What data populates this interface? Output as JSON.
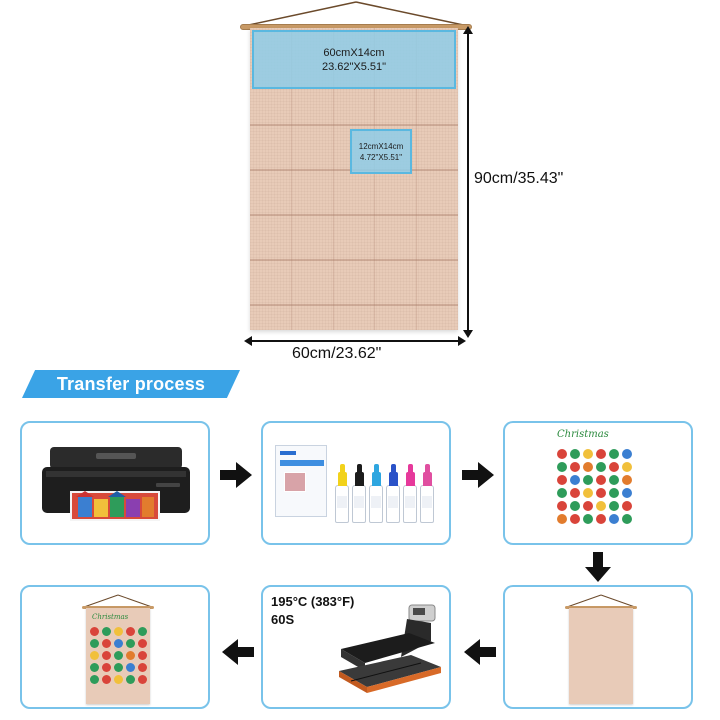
{
  "product": {
    "pocket_size_large": "60cmX14cm",
    "pocket_size_large_in": "23.62\"X5.51\"",
    "pocket_size_small": "12cmX14cm",
    "pocket_size_small_in": "4.72\"X5.51\"",
    "height_label": "90cm/35.43\"",
    "width_label": "60cm/23.62\""
  },
  "process": {
    "heading": "Transfer process",
    "press_temp": "195°C  (383°F)",
    "press_time": "60S",
    "sheet_title": "Christmas"
  },
  "colors": {
    "accent": "#3aa3e6",
    "panel_border": "#79c3ea",
    "dimension_fill": "#8fcde8",
    "burlap": "#e8cbb8",
    "ink": [
      "#f2d21b",
      "#1c1c1c",
      "#2ea6e0",
      "#2a52c8",
      "#e6399b",
      "#e04fa0"
    ]
  },
  "icons": {
    "step_arrow": "arrow-icon"
  }
}
